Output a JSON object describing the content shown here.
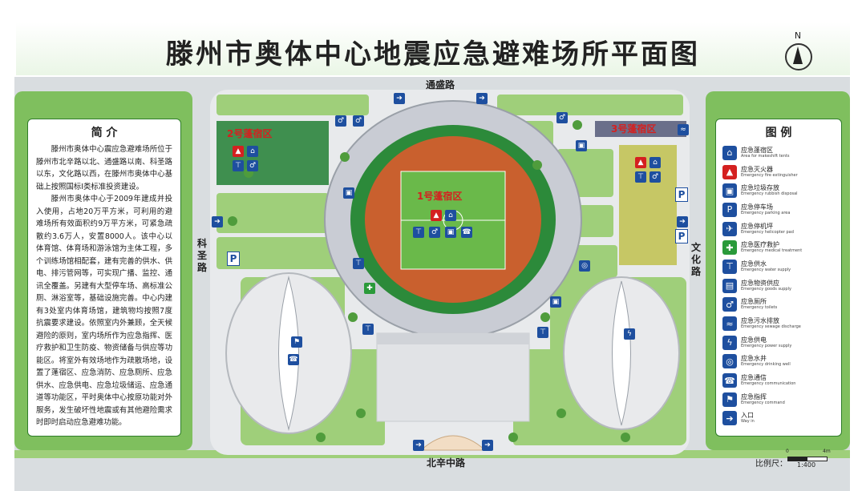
{
  "title": "滕州市奥体中心地震应急避难场所平面图",
  "north_label": "N",
  "roads": {
    "north": "通盛路",
    "south": "北辛中路",
    "west": "科圣路",
    "east": "文化路"
  },
  "zones": {
    "zone1": "1号蓬宿区",
    "zone2": "2号蓬宿区",
    "zone3": "3号蓬宿区"
  },
  "parking_mark": "P",
  "intro": {
    "title": "简 介",
    "paragraphs": [
      "滕州市奥体中心震应急避难场所位于滕州市北辛路以北、通盛路以南、科圣路以东，文化路以西，在滕州市奥体中心基础上按照国标Ⅰ类标准投资建设。",
      "滕州市奥体中心于2009年建成并投入使用，占地20万平方米，可利用的避难场所有效面积约9万平方米，可紧急疏散约3.6万人，安置8000人。该中心以体育馆、体育场和游泳馆为主体工程，多个训练场馆相配套，建有完善的供水、供电、排污管网等，可实现广播、监控、通讯全覆盖。另建有大型停车场、高标准公厕、淋浴室等，基础设施完善。中心内建有3处室内体育场馆，建筑物均按照7度抗震要求建设。依照室内外兼顾，全天候避险的原则，室内场所作为应急指挥、医疗救护和卫生防疫、物资储备与供应等功能区。将室外有效场地作为疏散场地，设置了蓬宿区、应急消防、应急厕所、应急供水、应急供电、应急垃圾储运、应急通道等功能区，平时奥体中心按原功能对外服务，发生破坏性地震或有其他避险需求时即时启动应急避难功能。"
    ]
  },
  "legend": {
    "title": "图 例",
    "items": [
      {
        "zh": "应急蓬宿区",
        "en": "Area for makeshift tents",
        "icon": "tent-icon",
        "glyph": "⌂",
        "color": "blue"
      },
      {
        "zh": "应急灭火器",
        "en": "Emergency fire extinguisher",
        "icon": "fire-extinguisher-icon",
        "glyph": "▲",
        "color": "red"
      },
      {
        "zh": "应急垃圾存放",
        "en": "Emergency rubbish disposal",
        "icon": "rubbish-icon",
        "glyph": "▣",
        "color": "blue"
      },
      {
        "zh": "应急停车场",
        "en": "Emergency parking area",
        "icon": "parking-icon",
        "glyph": "P",
        "color": "blue"
      },
      {
        "zh": "应急停机坪",
        "en": "Emergency helicopter pad",
        "icon": "helicopter-icon",
        "glyph": "✈",
        "color": "blue"
      },
      {
        "zh": "应急医疗救护",
        "en": "Emergency medical treatment",
        "icon": "medical-icon",
        "glyph": "✚",
        "color": "green"
      },
      {
        "zh": "应急供水",
        "en": "Emergency water supply",
        "icon": "water-supply-icon",
        "glyph": "⊤",
        "color": "blue"
      },
      {
        "zh": "应急物资供应",
        "en": "Emergency goods supply",
        "icon": "goods-supply-icon",
        "glyph": "▤",
        "color": "blue"
      },
      {
        "zh": "应急厕所",
        "en": "Emergency toilets",
        "icon": "toilet-icon",
        "glyph": "♂",
        "color": "blue"
      },
      {
        "zh": "应急污水排放",
        "en": "Emergency sewage discharge",
        "icon": "sewage-icon",
        "glyph": "≈",
        "color": "blue"
      },
      {
        "zh": "应急供电",
        "en": "Emergency power supply",
        "icon": "power-supply-icon",
        "glyph": "ϟ",
        "color": "blue"
      },
      {
        "zh": "应急水井",
        "en": "Emergency drinking well",
        "icon": "well-icon",
        "glyph": "◎",
        "color": "blue"
      },
      {
        "zh": "应急通信",
        "en": "Emergency communication",
        "icon": "phone-icon",
        "glyph": "☎",
        "color": "blue"
      },
      {
        "zh": "应急指挥",
        "en": "Emergency command",
        "icon": "command-icon",
        "glyph": "⚑",
        "color": "blue"
      },
      {
        "zh": "入口",
        "en": "Way in",
        "icon": "entrance-icon",
        "glyph": "➔",
        "color": "blue"
      }
    ]
  },
  "scale": {
    "label": "比例尺：",
    "zero": "0",
    "length": "4m",
    "ratio": "1:400"
  },
  "colors": {
    "grass": "#9fcf7a",
    "panel": "#7fbf5e",
    "track": "#c9602e",
    "field": "#6ab94a",
    "road": "#d9dde0",
    "plaza": "#e8eaec",
    "icon_blue": "#1e4f9f",
    "icon_red": "#d42020",
    "icon_green": "#2a9a3a"
  }
}
